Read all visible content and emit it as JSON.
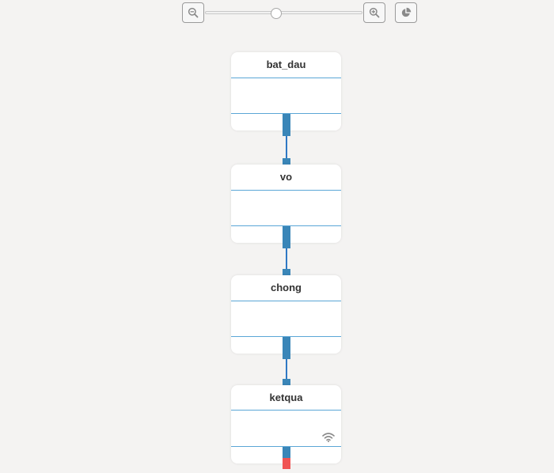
{
  "toolbar": {
    "zoom_out_icon": "zoom-out-icon",
    "zoom_in_icon": "zoom-in-icon",
    "chart_icon": "pie-chart-icon",
    "zoom_level": 0.45
  },
  "nodes": [
    {
      "title": "bat_dau"
    },
    {
      "title": "vo"
    },
    {
      "title": "chong"
    },
    {
      "title": "ketqua",
      "icon": "wifi-icon"
    }
  ],
  "colors": {
    "background": "#f4f3f2",
    "port": "#3a86b8",
    "port_alert": "#f05454",
    "link": "#2f78c4",
    "divider": "#5aa6d6"
  }
}
